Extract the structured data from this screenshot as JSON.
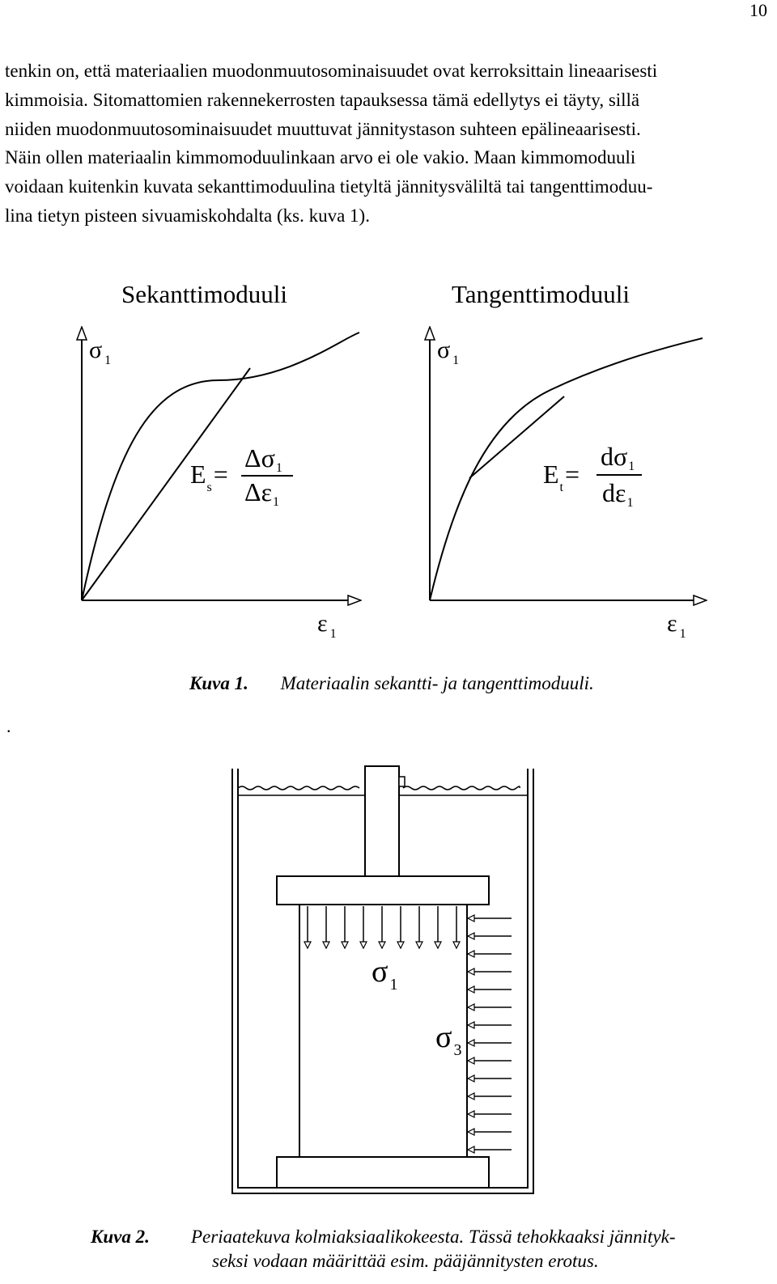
{
  "page_number": "10",
  "paragraph": [
    "tenkin on, että materiaalien muodonmuutosominaisuudet ovat kerroksittain lineaarisesti",
    "kimmoisia. Sitomattomien rakennekerrosten tapauksessa tämä edellytys ei täyty, sillä",
    "niiden muodonmuutosominaisuudet muuttuvat jännitystason suhteen epälineaarisesti.",
    "Näin ollen materiaalin kimmomoduulinkaan arvo ei ole vakio. Maan kimmomoduuli",
    "voidaan kuitenkin kuvata sekanttimoduulina tietyltä jännitysväliltä tai tangenttimoduu-",
    "lina tietyn pisteen sivuamiskohdalta (ks. kuva 1)."
  ],
  "figure1": {
    "left": {
      "title": "Sekanttimoduuli",
      "y_axis": "σ",
      "y_sub": "1",
      "x_axis": "ε",
      "x_sub": "1",
      "lhs": "E",
      "lhs_sub": "s",
      "eq": "=",
      "num": "Δσ",
      "num_sub": "1",
      "den": "Δε",
      "den_sub": "1"
    },
    "right": {
      "title": "Tangenttimoduuli",
      "y_axis": "σ",
      "y_sub": "1",
      "x_axis": "ε",
      "x_sub": "1",
      "lhs": "E",
      "lhs_sub": "t",
      "eq": "=",
      "num": "dσ",
      "num_sub": "1",
      "den": "dε",
      "den_sub": "1"
    },
    "caption_label": "Kuva 1.",
    "caption_text": "Materiaalin sekantti- ja tangenttimoduuli."
  },
  "stray_dot": ".",
  "figure2": {
    "sigma1": "σ",
    "sigma1_sub": "1",
    "sigma3": "σ",
    "sigma3_sub": "3",
    "caption_label": "Kuva 2.",
    "caption_line1": "Periaatekuva kolmiaksiaalikokeesta. Tässä tehokkaaksi jännityk-",
    "caption_line2": "seksi vodaan määrittää esim. pääjännitysten erotus."
  }
}
